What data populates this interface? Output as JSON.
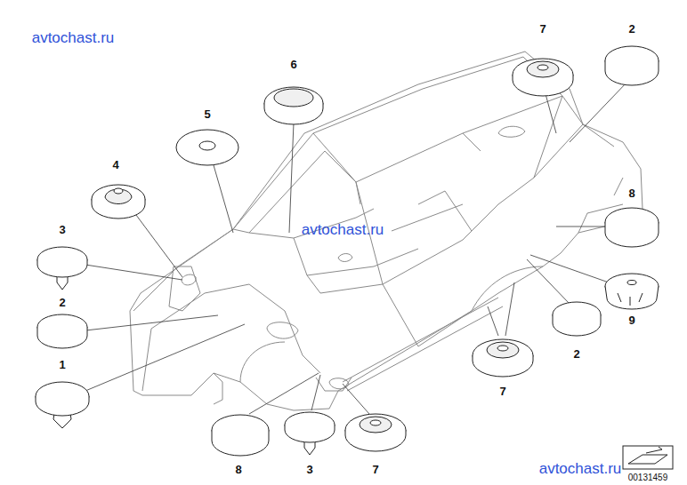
{
  "diagram": {
    "labels": [
      "avtochast.ru",
      "7",
      "2",
      "6",
      "5",
      "4",
      "8",
      "avtochast.ru",
      "3",
      "2",
      "9",
      "2",
      "1",
      "7",
      "avtochast.ru",
      "8",
      "3",
      "7",
      "00131459"
    ]
  }
}
